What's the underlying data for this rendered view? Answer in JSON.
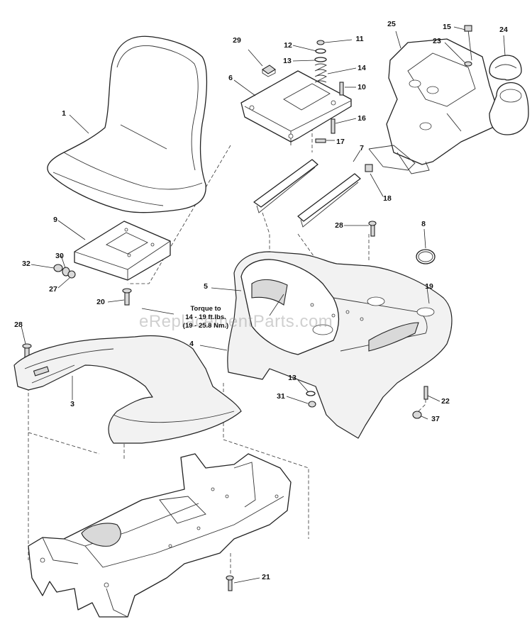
{
  "diagram": {
    "callouts": {
      "c1": "1",
      "c3": "3",
      "c4": "4",
      "c5": "5",
      "c6": "6",
      "c7": "7",
      "c8": "8",
      "c9": "9",
      "c10": "10",
      "c11": "11",
      "c12": "12",
      "c13a": "13",
      "c13b": "13",
      "c14": "14",
      "c15": "15",
      "c16": "16",
      "c17": "17",
      "c18": "18",
      "c19": "19",
      "c20": "20",
      "c21": "21",
      "c22": "22",
      "c23": "23",
      "c24": "24",
      "c25": "25",
      "c27": "27",
      "c28a": "28",
      "c28b": "28",
      "c29": "29",
      "c30": "30",
      "c31": "31",
      "c32": "32",
      "c37": "37"
    },
    "torque_note": {
      "line1": "Torque to",
      "line2": "14 - 19 ft.lbs.",
      "line3": "(19 - 25.8 Nm.)"
    },
    "watermark": "eReplacementParts.com"
  }
}
